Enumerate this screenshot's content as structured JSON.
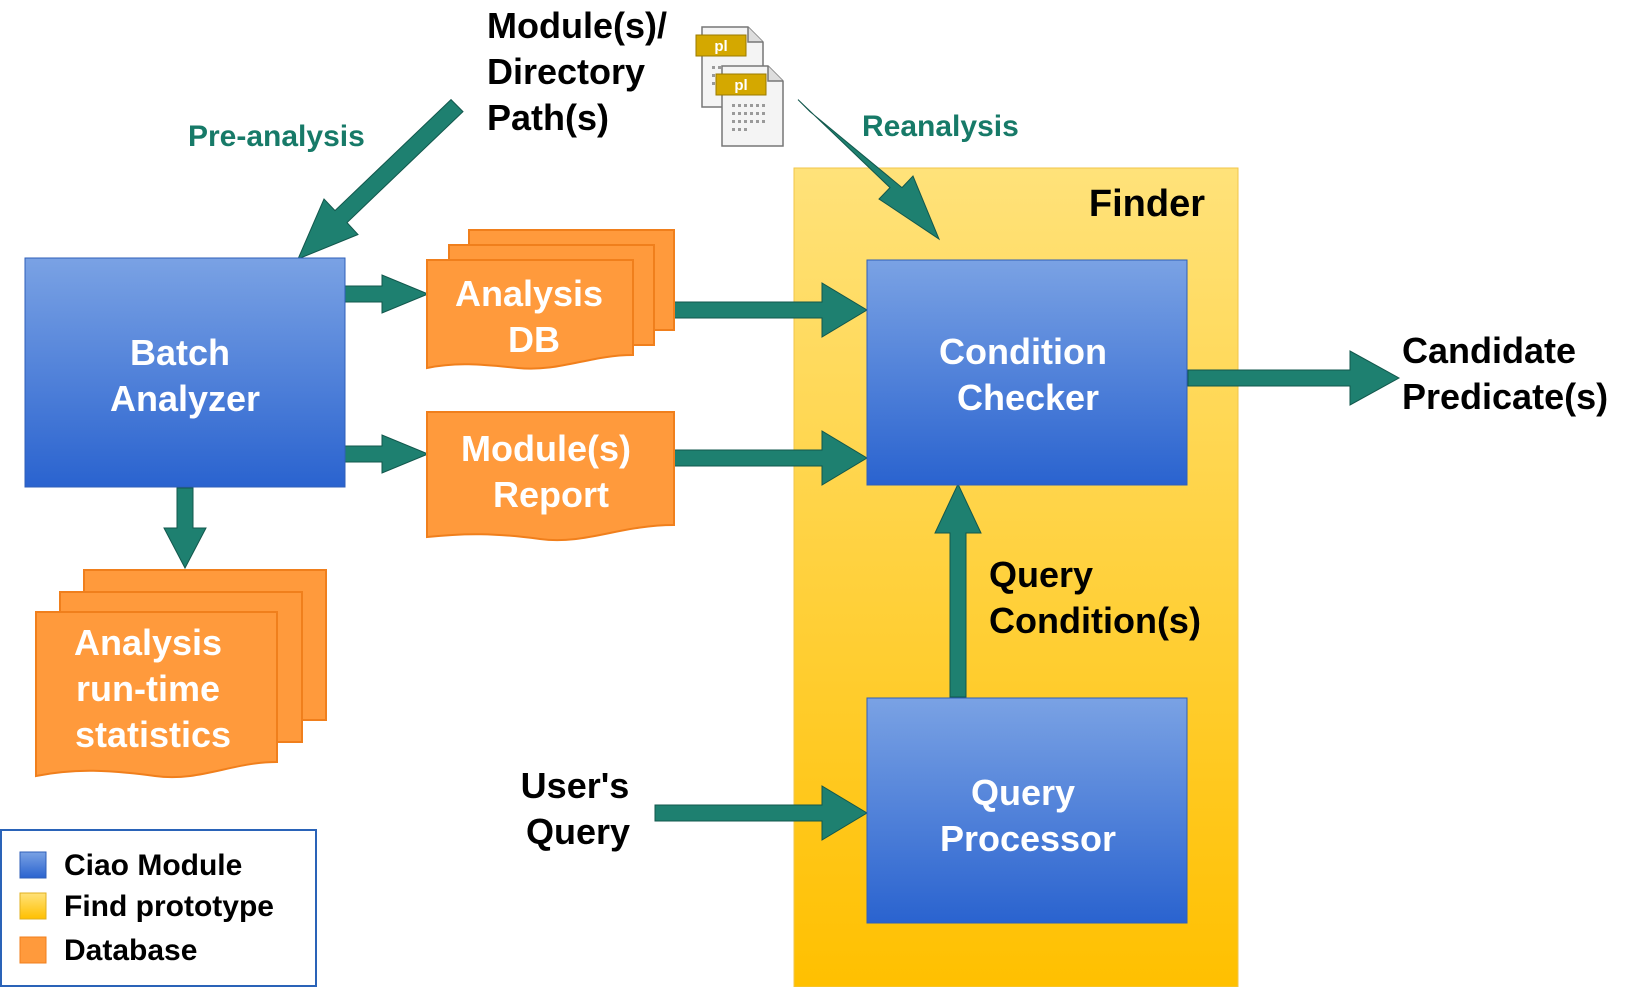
{
  "inputs": {
    "modules_path": [
      "Module(s)/",
      "Directory",
      "Path(s)"
    ],
    "file_icon_text": "pl",
    "users_query": [
      "User's",
      "Query"
    ]
  },
  "edges": {
    "pre_analysis": "Pre-analysis",
    "reanalysis": "Reanalysis",
    "query_conditions": [
      "Query",
      "Condition(s)"
    ]
  },
  "modules": {
    "batch_analyzer": [
      "Batch",
      "Analyzer"
    ],
    "condition_checker": [
      "Condition",
      "Checker"
    ],
    "query_processor": [
      "Query",
      "Processor"
    ]
  },
  "databases": {
    "analysis_db": [
      "Analysis",
      "DB"
    ],
    "module_report": [
      "Module(s)",
      "Report"
    ],
    "runtime_stats": [
      "Analysis",
      "run-time",
      "statistics"
    ]
  },
  "finder": {
    "title": "Finder"
  },
  "output": {
    "candidate": [
      "Candidate",
      "Predicate(s)"
    ]
  },
  "legend": {
    "items": [
      {
        "label": "Ciao Module",
        "color": "#4a7fd8"
      },
      {
        "label": "Find prototype",
        "color": "#ffd43a"
      },
      {
        "label": "Database",
        "color": "#ff9a3c"
      }
    ]
  },
  "colors": {
    "arrow": "#1e8070",
    "edge_label": "#177a68",
    "module_top": "#7aa2e4",
    "module_bottom": "#2a63cf",
    "database": "#ff9a3c",
    "database_border": "#f07f1c",
    "finder_top": "#ffe27a",
    "finder_bottom": "#ffc000"
  }
}
